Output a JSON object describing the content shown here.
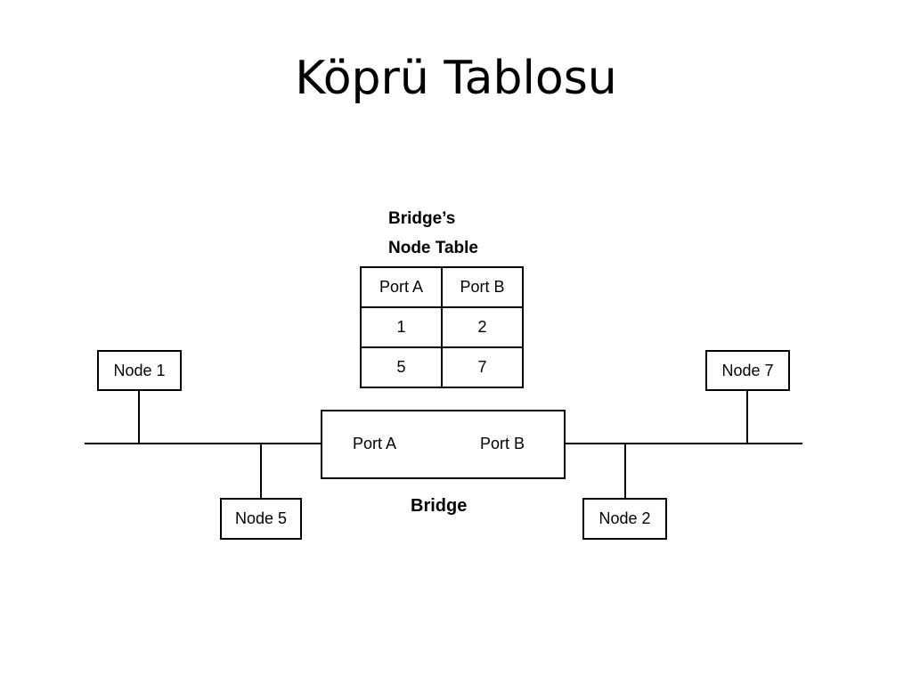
{
  "title": "Köprü Tablosu",
  "node_table": {
    "heading_line1": "Bridge’s",
    "heading_line2": "Node Table",
    "columns": [
      "Port A",
      "Port B"
    ],
    "rows": [
      [
        "1",
        "2"
      ],
      [
        "5",
        "7"
      ]
    ]
  },
  "bridge": {
    "caption": "Bridge",
    "port_a": "Port A",
    "port_b": "Port B"
  },
  "nodes": {
    "node1": "Node 1",
    "node5": "Node 5",
    "node2": "Node 2",
    "node7": "Node 7"
  }
}
